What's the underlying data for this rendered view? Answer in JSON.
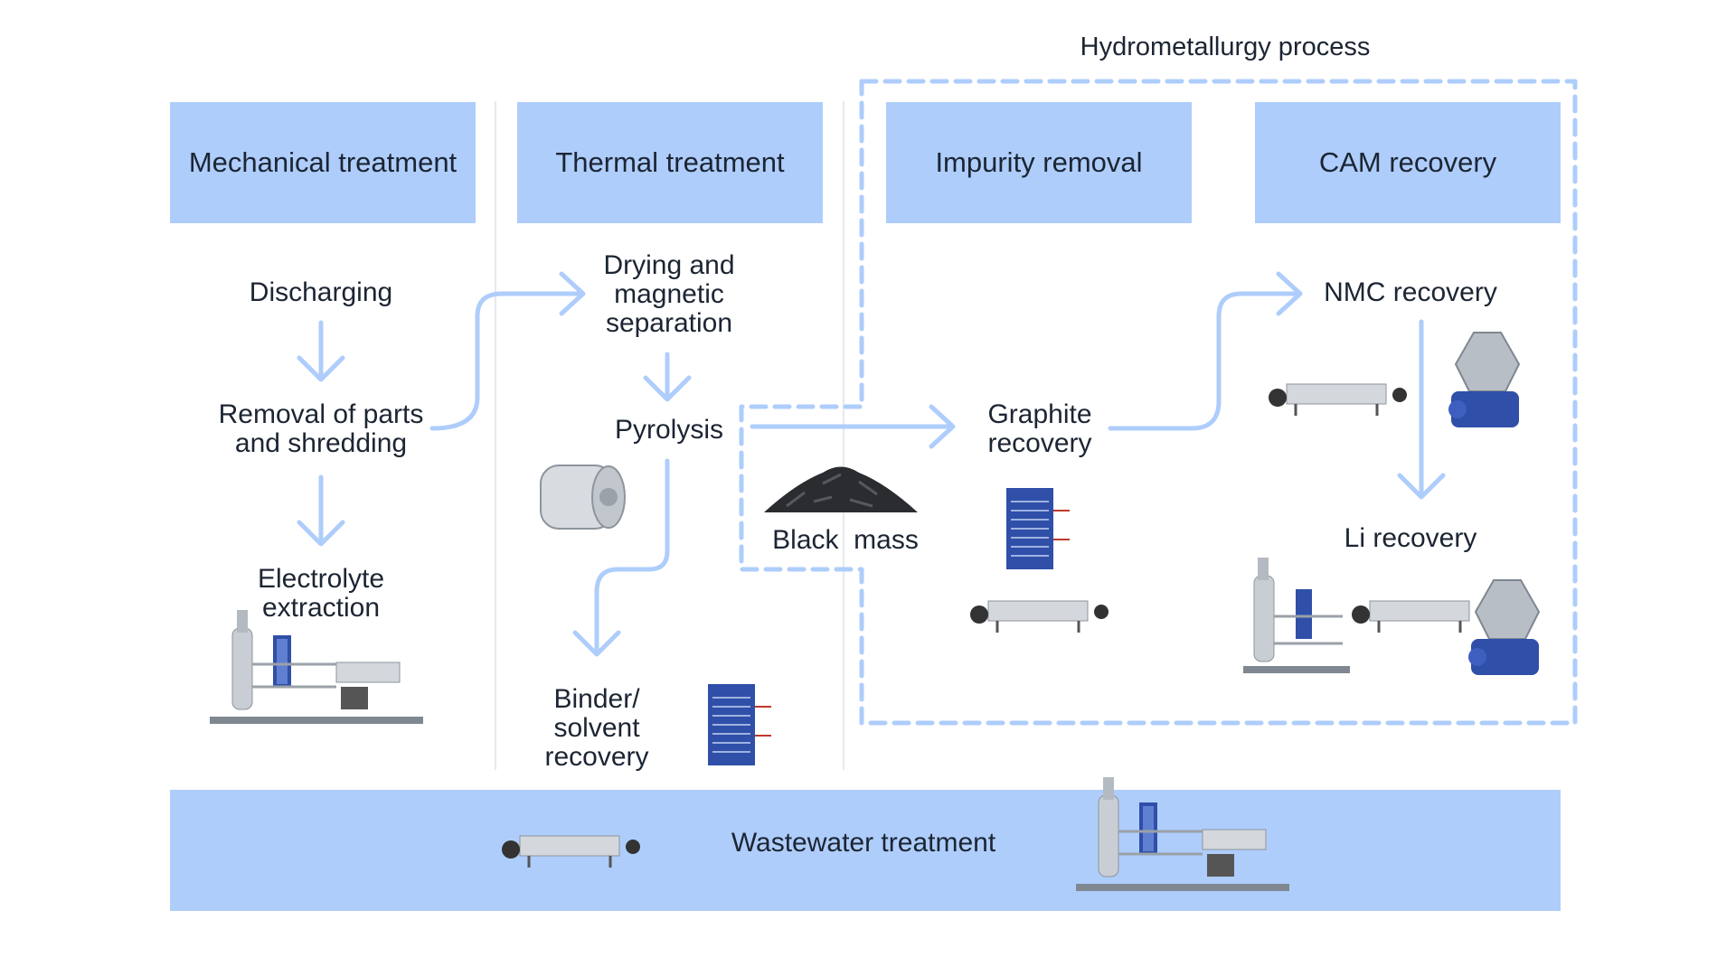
{
  "title": "Hydrometallurgy process",
  "headers": {
    "mechanical": "Mechanical treatment",
    "thermal": "Thermal treatment",
    "impurity": "Impurity removal",
    "cam": "CAM recovery"
  },
  "steps": {
    "discharging": "Discharging",
    "removal": [
      "Removal of parts",
      "and shredding"
    ],
    "electrolyte": [
      "Electrolyte",
      "extraction"
    ],
    "drying": [
      "Drying and",
      "magnetic",
      "separation"
    ],
    "pyrolysis": "Pyrolysis",
    "binder": [
      "Binder/",
      "solvent",
      "recovery"
    ],
    "black_mass": "Black  mass",
    "graphite": [
      "Graphite",
      "recovery"
    ],
    "nmc": "NMC recovery",
    "li": "Li recovery"
  },
  "wastewater": "Wastewater treatment",
  "colors": {
    "box": "#aecdfb",
    "arrow": "#aecdfb",
    "dashed": "#aecdfb",
    "divider": "#e6e9ee"
  },
  "equipment_icons": [
    "evaporator-unit-icon",
    "heat-exchanger-icon",
    "plate-heat-exchanger-icon",
    "black-mass-pile-icon",
    "decanter-centrifuge-icon",
    "separator-centrifuge-icon"
  ]
}
